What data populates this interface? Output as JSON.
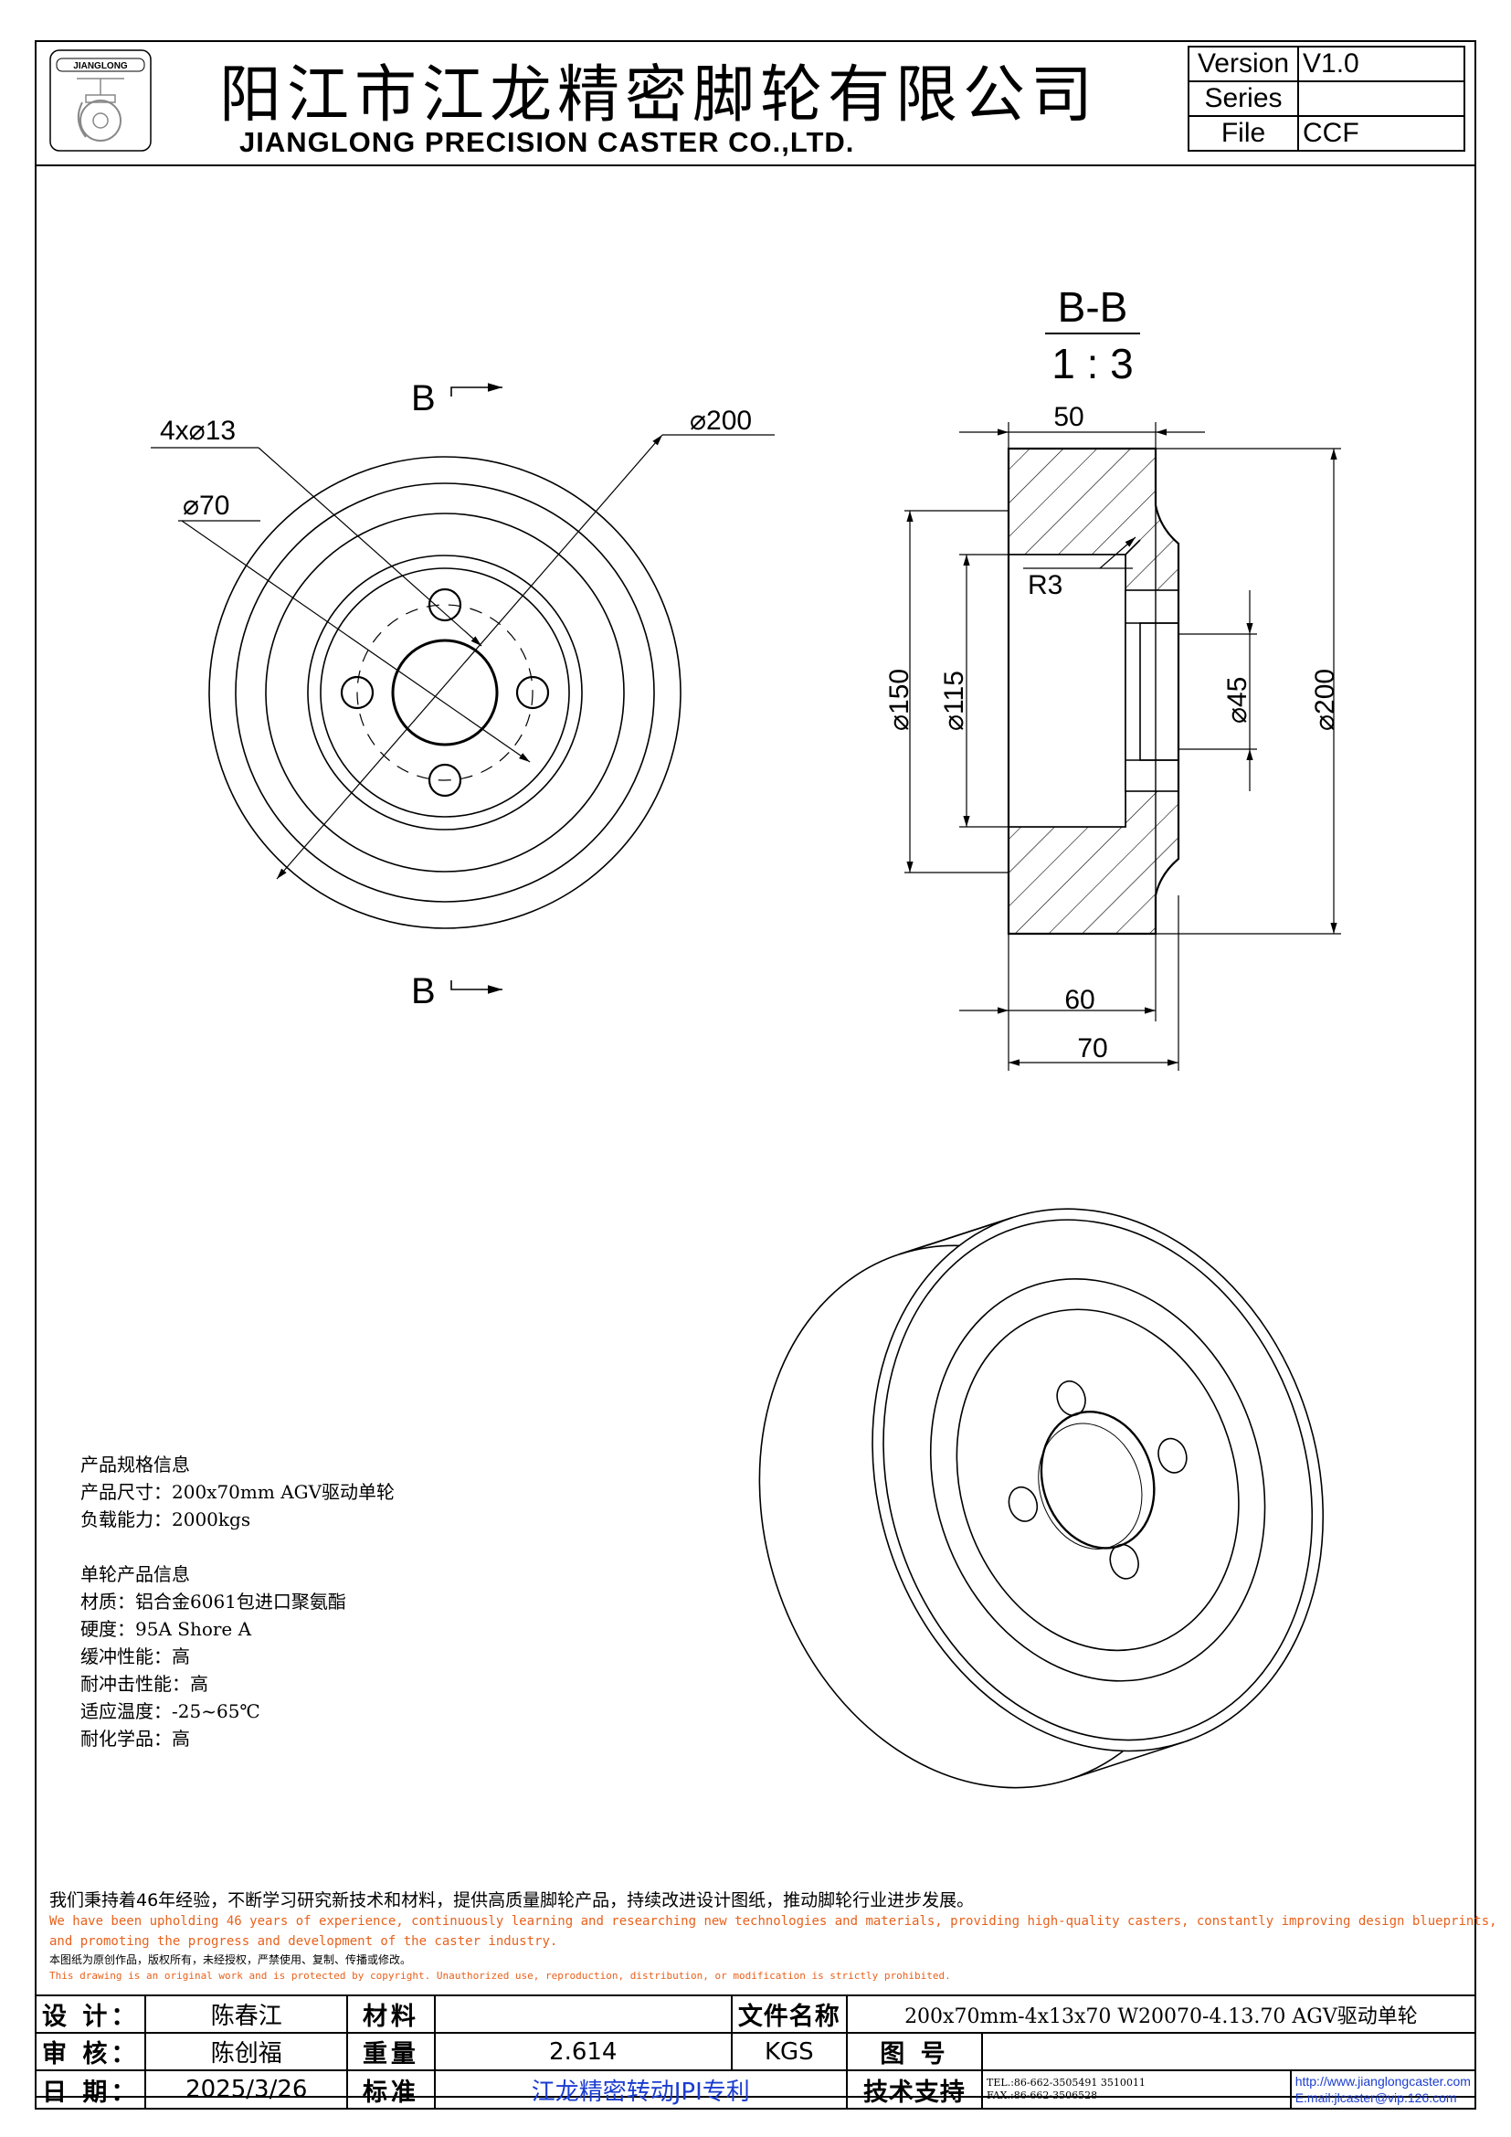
{
  "header": {
    "company_cn": "阳江市江龙精密脚轮有限公司",
    "company_en": "JIANGLONG PRECISION CASTER CO.,LTD.",
    "logo_text": "JIANGLONG",
    "version_label": "Version",
    "version_value": "V1.0",
    "series_label": "Series",
    "series_value": "",
    "file_label": "File",
    "file_value": "CCF"
  },
  "front_view": {
    "section_mark": "B",
    "dim_holes": "4x⌀13",
    "dim_outer": "⌀200",
    "dim_inner": "⌀70"
  },
  "section_view": {
    "title": "B-B",
    "scale": "1 : 3",
    "dim_top": "50",
    "dim_radius": "R3",
    "dim_150": "⌀150",
    "dim_115": "⌀115",
    "dim_45": "⌀45",
    "dim_200": "⌀200",
    "dim_60": "60",
    "dim_70": "70"
  },
  "specs": {
    "group1_title": "产品规格信息",
    "size": "产品尺寸：200x70mm AGV驱动单轮",
    "load": "负载能力：2000kgs",
    "group2_title": "单轮产品信息",
    "material": "材质：铝合金6061包进口聚氨酯",
    "hardness": "硬度：95A Shore A",
    "cushion": "缓冲性能：高",
    "impact": "耐冲击性能：高",
    "temperature": "适应温度：-25~65℃",
    "chemical": "耐化学品：高"
  },
  "notes": {
    "cn_line": "我们秉持着46年经验，不断学习研究新技术和材料，提供高质量脚轮产品，持续改进设计图纸，推动脚轮行业进步发展。",
    "en_line1": "We have been upholding 46 years of experience, continuously learning and researching new technologies and materials, providing high-quality casters, constantly improving design blueprints,",
    "en_line2": "and promoting the progress and development of the caster industry.",
    "cn_copyright": "本图纸为原创作品，版权所有，未经授权，严禁使用、复制、传播或修改。",
    "en_copyright": "This drawing is an original work and is protected by copyright. Unauthorized use, reproduction, distribution, or modification is strictly prohibited."
  },
  "title_block": {
    "design_label": "设 计：",
    "design_value": "陈春江",
    "material_label": "材料",
    "material_value": "",
    "filename_label": "文件名称",
    "filename_value": "200x70mm-4x13x70 W20070-4.13.70 AGV驱动单轮",
    "review_label": "审 核：",
    "review_value": "陈创福",
    "weight_label": "重量",
    "weight_value": "2.614",
    "weight_unit": "KGS",
    "drawing_no_label": "图  号",
    "drawing_no_value": "",
    "date_label": "日 期：",
    "date_value": "2025/3/26",
    "standard_label": "标准",
    "standard_value": "江龙精密转动JPI专利",
    "support_label": "技术支持",
    "tel": "TEL.:86-662-3505491 3510011",
    "fax": "FAX.:86-662-3506528",
    "web": "http://www.jianglongcaster.com",
    "email": "E.mail:jlcaster@vip.126.com"
  }
}
